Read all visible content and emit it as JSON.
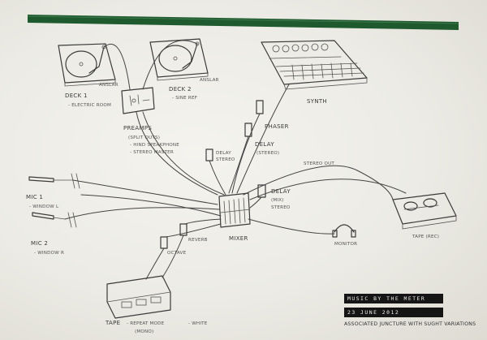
{
  "devices": {
    "deck1": {
      "name": "DECK 1",
      "sub": "- ELECTRIC ROOM",
      "tag": "ANSLAR"
    },
    "deck2": {
      "name": "DECK 2",
      "sub": "- SINE REF",
      "tag": "ANSLAR"
    },
    "synth": {
      "name": "SYNTH"
    },
    "preamps": {
      "name": "PREAMPS",
      "notes": [
        "(SPLIT OUTS)",
        "- HIND SPEAKPHONE",
        "- STEREO MASTER"
      ]
    },
    "phaser": {
      "name": "PHASER"
    },
    "delay_stereo": {
      "name": "DELAY",
      "sub": "(STEREO)"
    },
    "delay_stereo_small": {
      "name": "DELAY",
      "sub": "STEREO"
    },
    "delay_mix": {
      "name": "DELAY",
      "sub": "(MIX)",
      "sub2": "STEREO"
    },
    "stereo_out": {
      "name": "STEREO OUT"
    },
    "tape_deck": {
      "name": "TAPE (REC)"
    },
    "mic1": {
      "name": "MIC 1",
      "sub": "- WINDOW L"
    },
    "mic2": {
      "name": "MIC 2",
      "sub": "- WINDOW R"
    },
    "mixer": {
      "name": "MIXER"
    },
    "monitor": {
      "name": "MONITOR"
    },
    "reverb": {
      "name": "REVERB"
    },
    "octave": {
      "name": "OCTAVE"
    },
    "tape": {
      "name": "TAPE",
      "sub": "- REPEAT MODE",
      "sub2": "(MONO)",
      "sub3": "- WHITE"
    }
  },
  "credit": {
    "line1": "MUSIC BY THE METER",
    "line2": "23 JUNE 2012",
    "line3": "ASSOCIATED JUNCTURE WITH SUGHT VARIATIONS"
  },
  "colors": {
    "tape_strip": "#1f5a2e",
    "ink": "#3b3b3b",
    "paper": "#ecebe5",
    "label_band": "#151515"
  }
}
